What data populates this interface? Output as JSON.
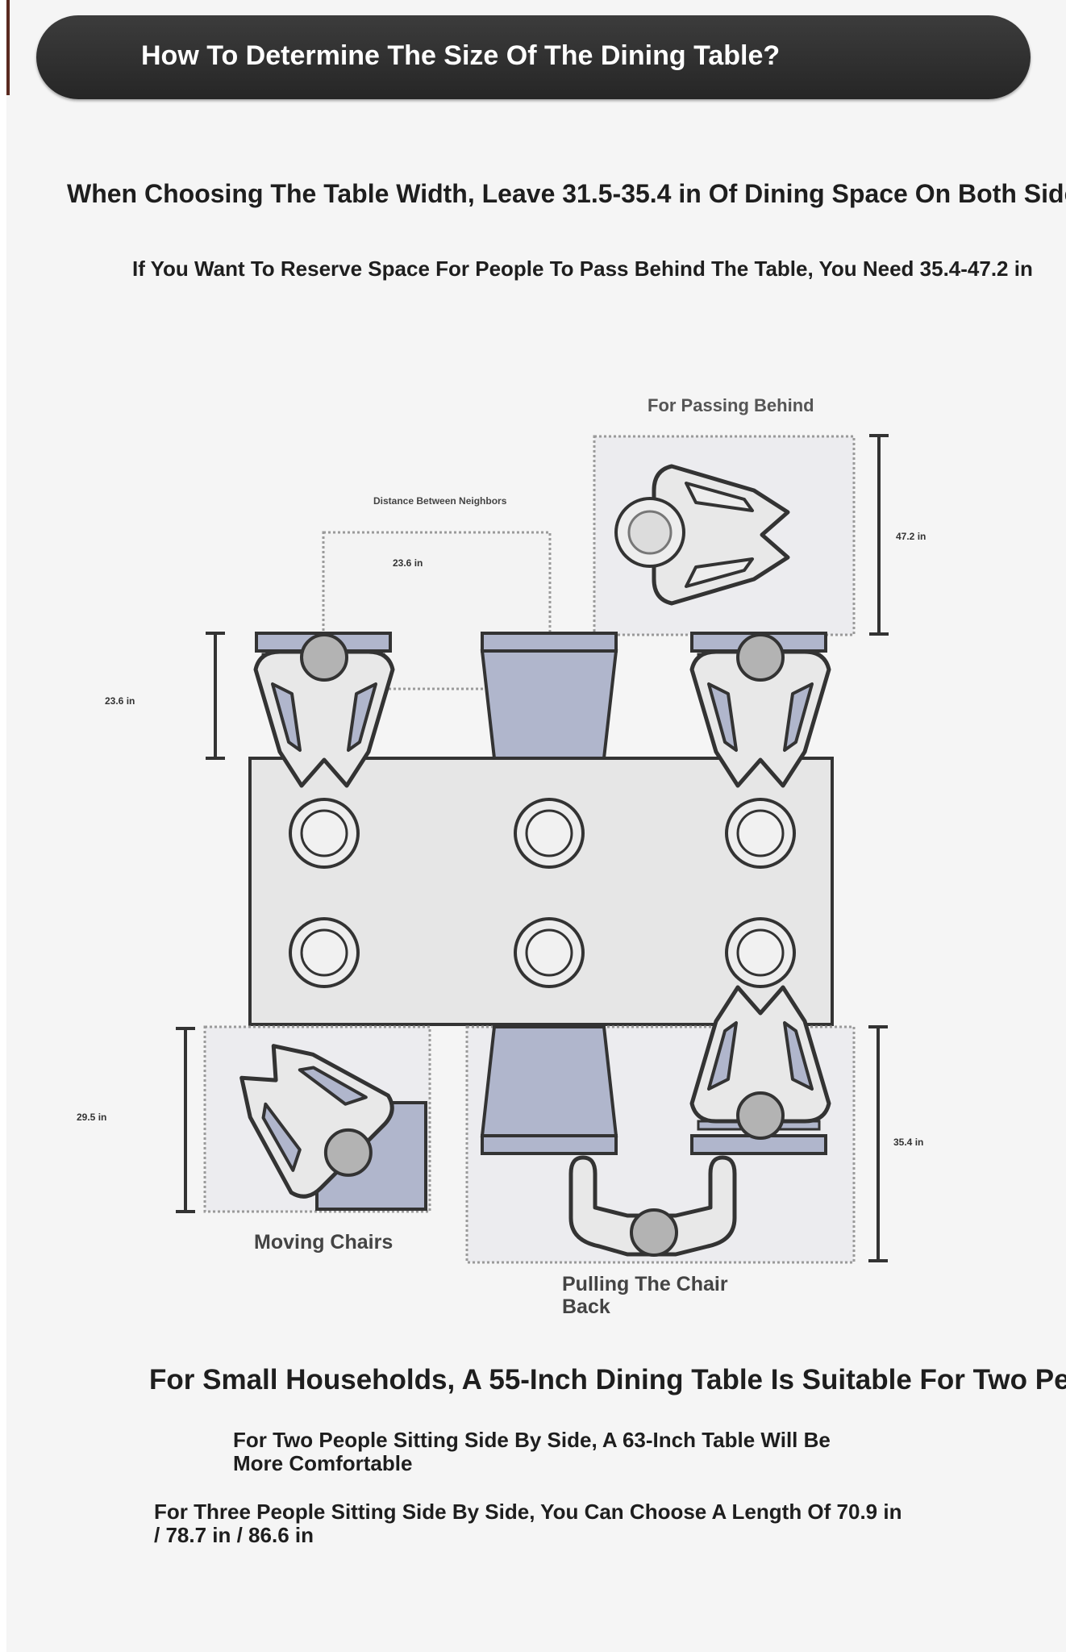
{
  "header": {
    "title": "How To Determine The Size Of The Dining Table?"
  },
  "intro": {
    "width_rule": "When Choosing The Table Width, Leave 31.5-35.4 in Of Dining Space On Both Sides",
    "passing_rule": "If You Want To Reserve Space For People To Pass Behind The Table, You Need 35.4-47.2 in"
  },
  "diagram": {
    "labels": {
      "passing_behind": "For Passing Behind",
      "distance_neighbors": "Distance Between Neighbors",
      "neighbor_width": "23.6 in",
      "chair_depth": "23.6 in",
      "passing_depth": "47.2 in",
      "moving_depth": "29.5 in",
      "pulling_depth": "35.4 in",
      "moving_chairs": "Moving Chairs",
      "pulling_line1": "Pulling The Chair",
      "pulling_line2": "Back"
    },
    "colors": {
      "table": "#e6e6e6",
      "chair": "#b0b6cc",
      "outline": "#333333",
      "person": "#e8e8e8",
      "head": "#b3b3b3",
      "zone_border": "#9a9a9a",
      "label": "#555555"
    }
  },
  "sizes": {
    "small_household": "For Small Households, A 55-Inch Dining Table Is Suitable For Two People",
    "two_people": "For Two People Sitting Side By Side, A 63-Inch Table Will Be More Comfortable",
    "three_people": "For Three People Sitting Side By Side, You Can Choose A Length Of 70.9 in / 78.7 in / 86.6 in"
  }
}
